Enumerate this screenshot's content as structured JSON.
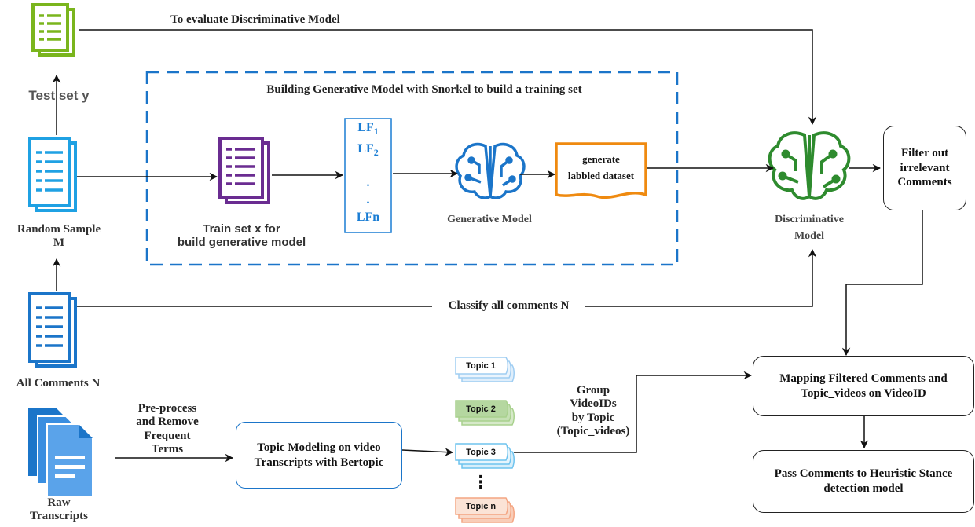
{
  "labels": {
    "test_set": "Test set y",
    "evaluate": "To evaluate Discriminative Model",
    "snorkel_title": "Building Generative Model with Snorkel to build a training set",
    "random_sample_l1": "Random Sample",
    "random_sample_l2": "M",
    "train_set_l1": "Train set x for",
    "train_set_l2": "build generative model",
    "lf1": "LF",
    "lf1_sub": "1",
    "lf2": "LF",
    "lf2_sub": "2",
    "dot1": ".",
    "dot2": ".",
    "lfn": "LFn",
    "generative_model": "Generative Model",
    "generate_l1": "generate",
    "generate_l2": "labbled dataset",
    "discriminative_l1": "Discriminative",
    "discriminative_l2": "Model",
    "filter_box": "Filter out irrelevant Comments",
    "classify": "Classify all comments N",
    "all_comments": "All Comments N",
    "preprocess_l1": "Pre-process",
    "preprocess_l2": "and Remove",
    "preprocess_l3": "Frequent",
    "preprocess_l4": "Terms",
    "topic_modeling": "Topic Modeling on video Transcripts  with Bertopic",
    "raw_l1": "Raw",
    "raw_l2": "Transcripts",
    "group_l1": "Group",
    "group_l2": "VideoIDs",
    "group_l3": "by Topic",
    "group_l4": "(Topic_videos)",
    "topic1": "Topic 1",
    "topic2": "Topic 2",
    "topic3": "Topic 3",
    "topicn": "Topic n",
    "topic_dots": "⋮",
    "mapping": "Mapping Filtered Comments and Topic_videos on  VideoID",
    "pass": "Pass Comments to Heuristic Stance detection model"
  },
  "icons": {
    "test_doc": "document-icon",
    "random_doc": "document-icon",
    "all_doc": "document-icon",
    "train_doc": "document-icon",
    "gen_brain": "brain-circuit-icon",
    "disc_brain": "brain-circuit-icon",
    "raw_doc": "file-stack-icon"
  },
  "colors": {
    "green": "#7ab51d",
    "light_blue": "#1fa1e3",
    "blue": "#1b75c9",
    "purple": "#6a2c91",
    "orange": "#ef8a10",
    "dark_green": "#2e8b2e",
    "lf_blue": "#1a7dd4",
    "dash_blue": "#1b75c9",
    "topic1": "#9fcdf2",
    "topic2": "#a9d18e",
    "topic3": "#9fd9f5",
    "topicn": "#f4a582"
  }
}
